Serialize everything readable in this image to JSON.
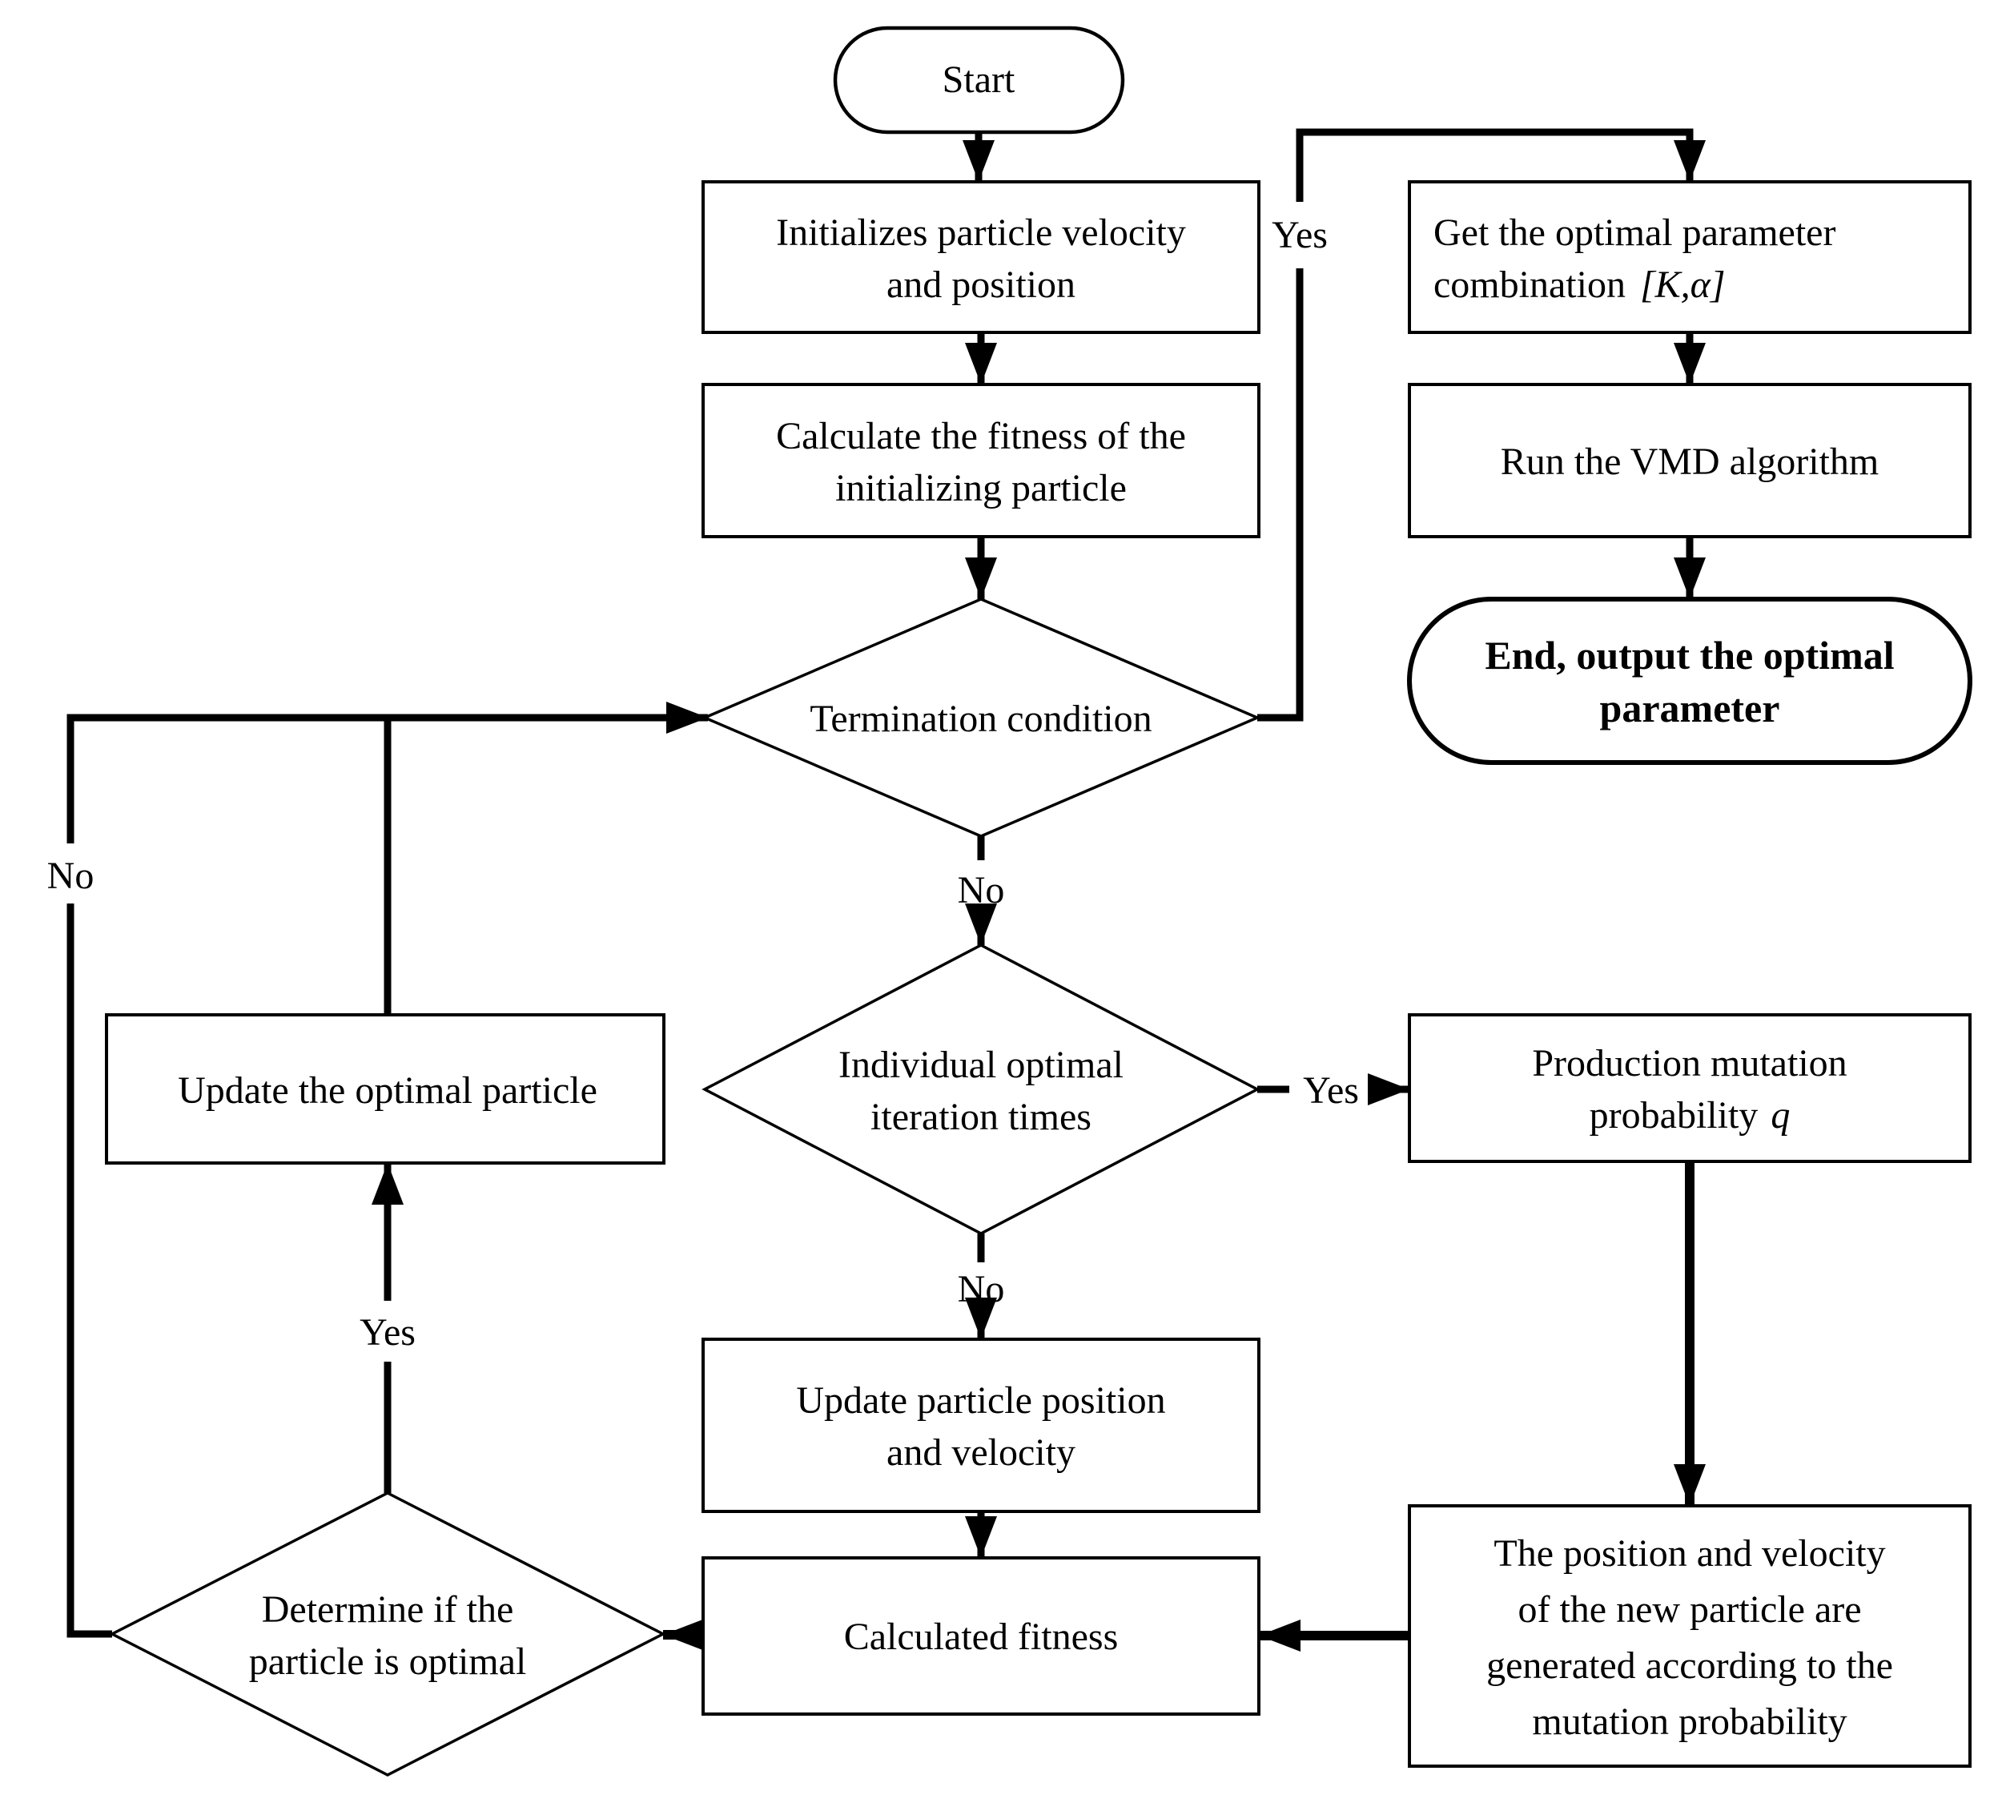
{
  "diagram": {
    "title": "PSO-VMD parameter optimization flowchart",
    "colors": {
      "stroke": "#000000",
      "background": "#ffffff",
      "end_fill": "#ababab"
    },
    "nodes": {
      "start": {
        "label": "Start"
      },
      "init": {
        "line1": "Initializes particle velocity",
        "line2": "and position"
      },
      "calc_init_fitness": {
        "line1": "Calculate the fitness of the",
        "line2": "initializing particle"
      },
      "termination": {
        "label": "Termination condition"
      },
      "get_param": {
        "line1": "Get the optimal parameter",
        "line2_prefix": "combination",
        "line2_math": "[K,α]"
      },
      "run_vmd": {
        "label": "Run the VMD algorithm"
      },
      "end": {
        "line1": "End, output the optimal",
        "line2": "parameter"
      },
      "individual": {
        "line1": "Individual optimal",
        "line2": "iteration times"
      },
      "production": {
        "line1": "Production mutation",
        "line2_prefix": "probability",
        "line2_math": "q"
      },
      "update_particle": {
        "line1": "Update particle position",
        "line2": "and velocity"
      },
      "calculated_fitness": {
        "label": "Calculated fitness"
      },
      "mutation": {
        "line1": "The position and velocity",
        "line2": "of the new particle are",
        "line3": "generated according to the",
        "line4": "mutation probability"
      },
      "determine": {
        "line1": "Determine if the",
        "line2": "particle is optimal"
      },
      "update_optimal": {
        "label": "Update the optimal particle"
      }
    },
    "edge_labels": {
      "yes_top": "Yes",
      "no_mid": "No",
      "yes_right": "Yes",
      "no_down": "No",
      "yes_left": "Yes",
      "no_left": "No"
    }
  }
}
